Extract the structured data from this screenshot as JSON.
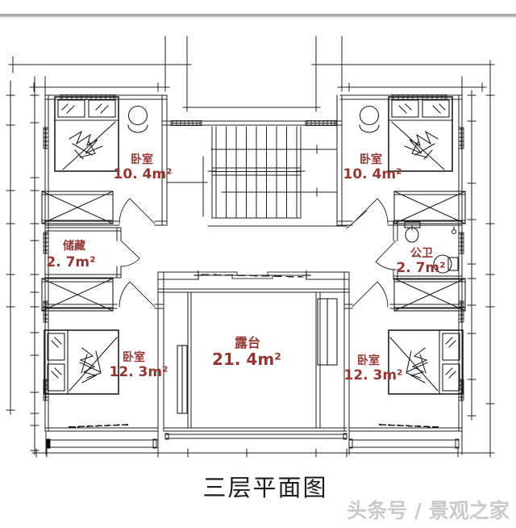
{
  "page": {
    "background": "#ffffff",
    "top_bar_color": "#a9a9a9",
    "top_bar_highlight": "#e4e4e4"
  },
  "plan": {
    "line_color": "#1f1f1f",
    "label_color": "#943732",
    "caption": "三层平面图",
    "rooms": [
      {
        "id": "bedroom-top-left",
        "label": "卧室",
        "area": "10. 4m²"
      },
      {
        "id": "bedroom-top-right",
        "label": "卧室",
        "area": "10. 4m²"
      },
      {
        "id": "storage-left",
        "label": "储藏",
        "area": "2. 7m²"
      },
      {
        "id": "bathroom-right",
        "label": "公卫",
        "area": "2. 7m²"
      },
      {
        "id": "bedroom-bottom-left",
        "label": "卧室",
        "area": "12. 3m²"
      },
      {
        "id": "bedroom-bottom-right",
        "label": "卧室",
        "area": "12. 3m²"
      },
      {
        "id": "terrace",
        "label": "露台",
        "area": "21. 4m²"
      }
    ]
  },
  "watermark": {
    "text": "头条号 / 景观之家",
    "color": "#c8c8c8"
  }
}
